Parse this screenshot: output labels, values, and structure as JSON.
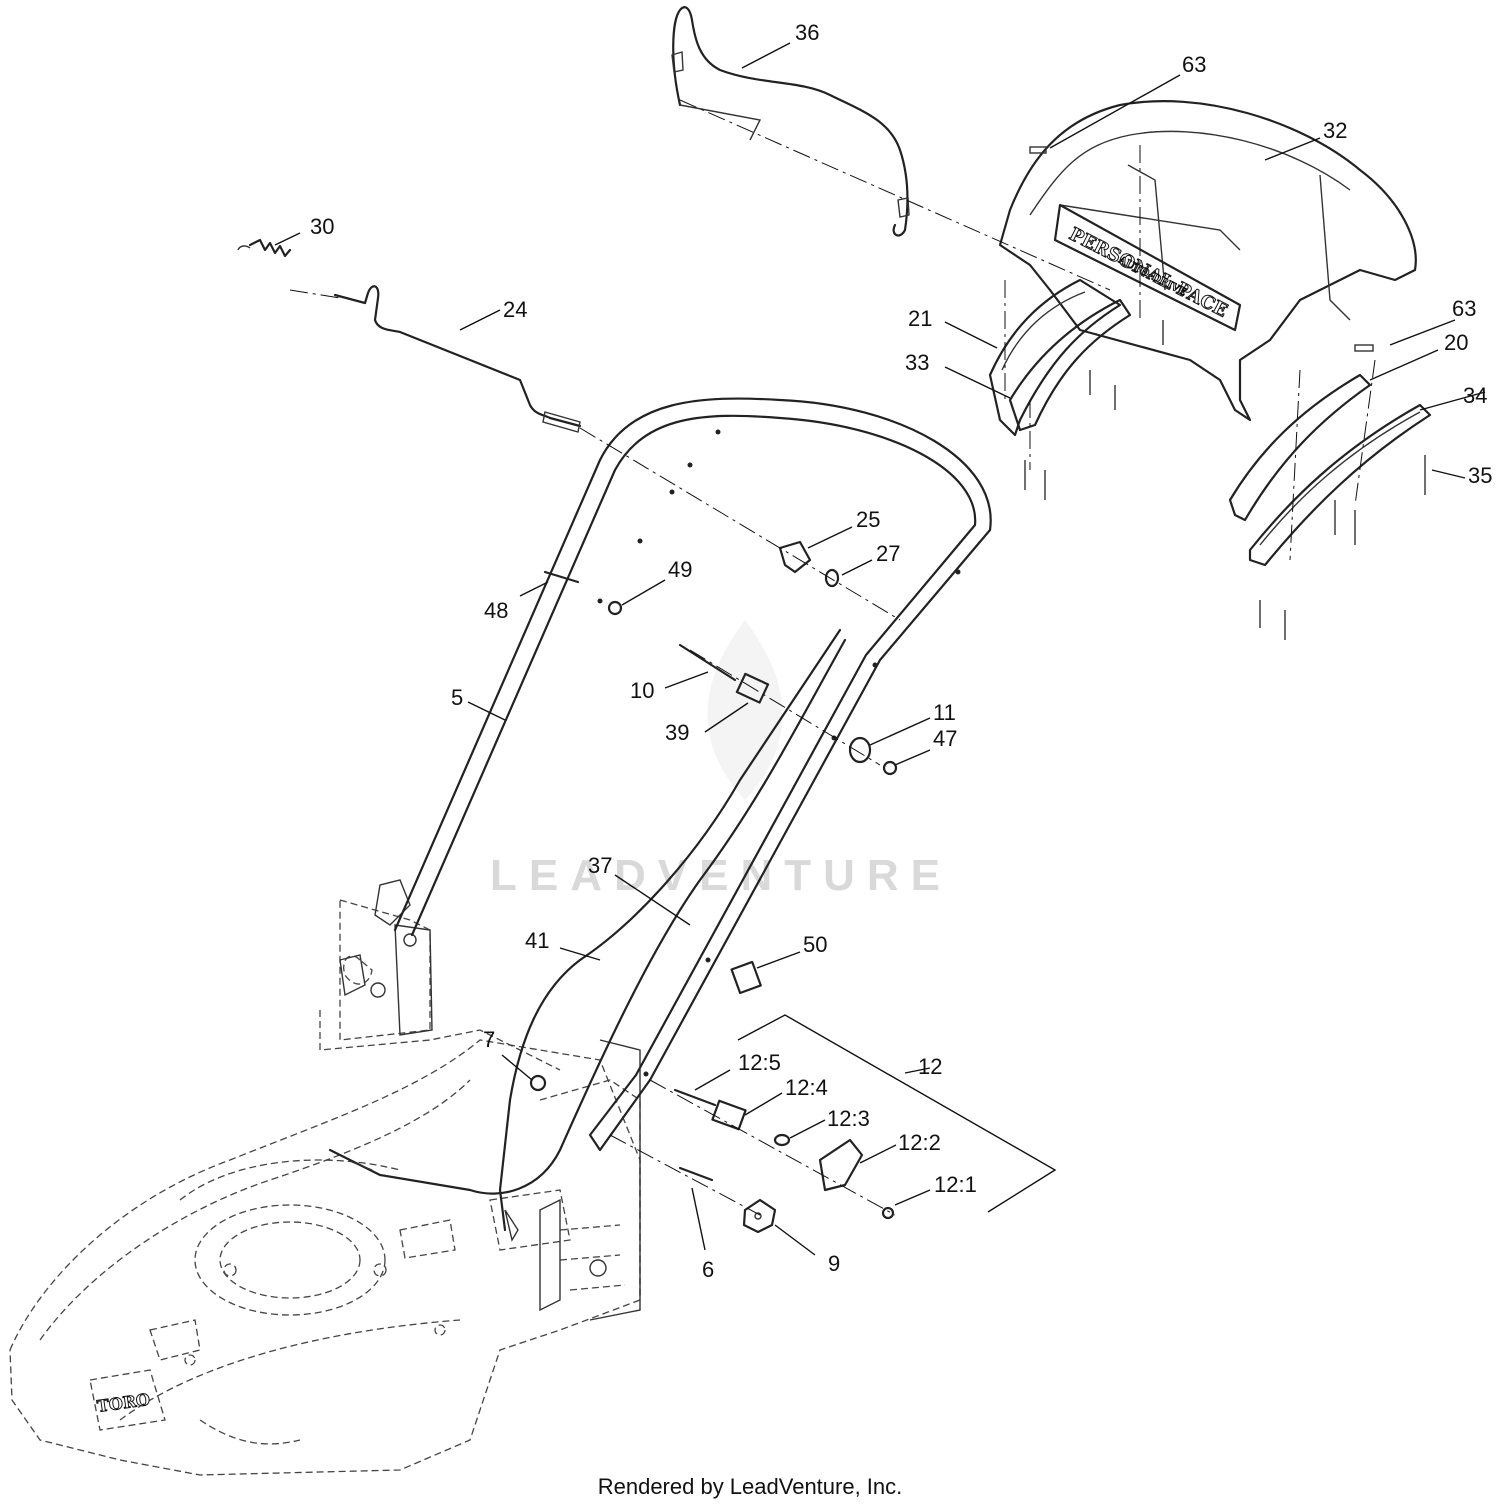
{
  "watermark": "LEADVENTURE",
  "footer": "Rendered by LeadVenture, Inc.",
  "decal": {
    "line1": "PERSONAL PACE",
    "line2": "AUTO-DRIVE"
  },
  "deck_logo": "TORO",
  "callouts": {
    "c36": "36",
    "c63a": "63",
    "c32": "32",
    "c30": "30",
    "c24": "24",
    "c21": "21",
    "c33": "33",
    "c63b": "63",
    "c20": "20",
    "c34": "34",
    "c35": "35",
    "c25": "25",
    "c27": "27",
    "c49": "49",
    "c48": "48",
    "c10": "10",
    "c5": "5",
    "c39": "39",
    "c11": "11",
    "c47": "47",
    "c37": "37",
    "c41": "41",
    "c50": "50",
    "c7": "7",
    "c12": "12",
    "c12_5": "12:5",
    "c12_4": "12:4",
    "c12_3": "12:3",
    "c12_2": "12:2",
    "c12_1": "12:1",
    "c6": "6",
    "c9": "9"
  }
}
